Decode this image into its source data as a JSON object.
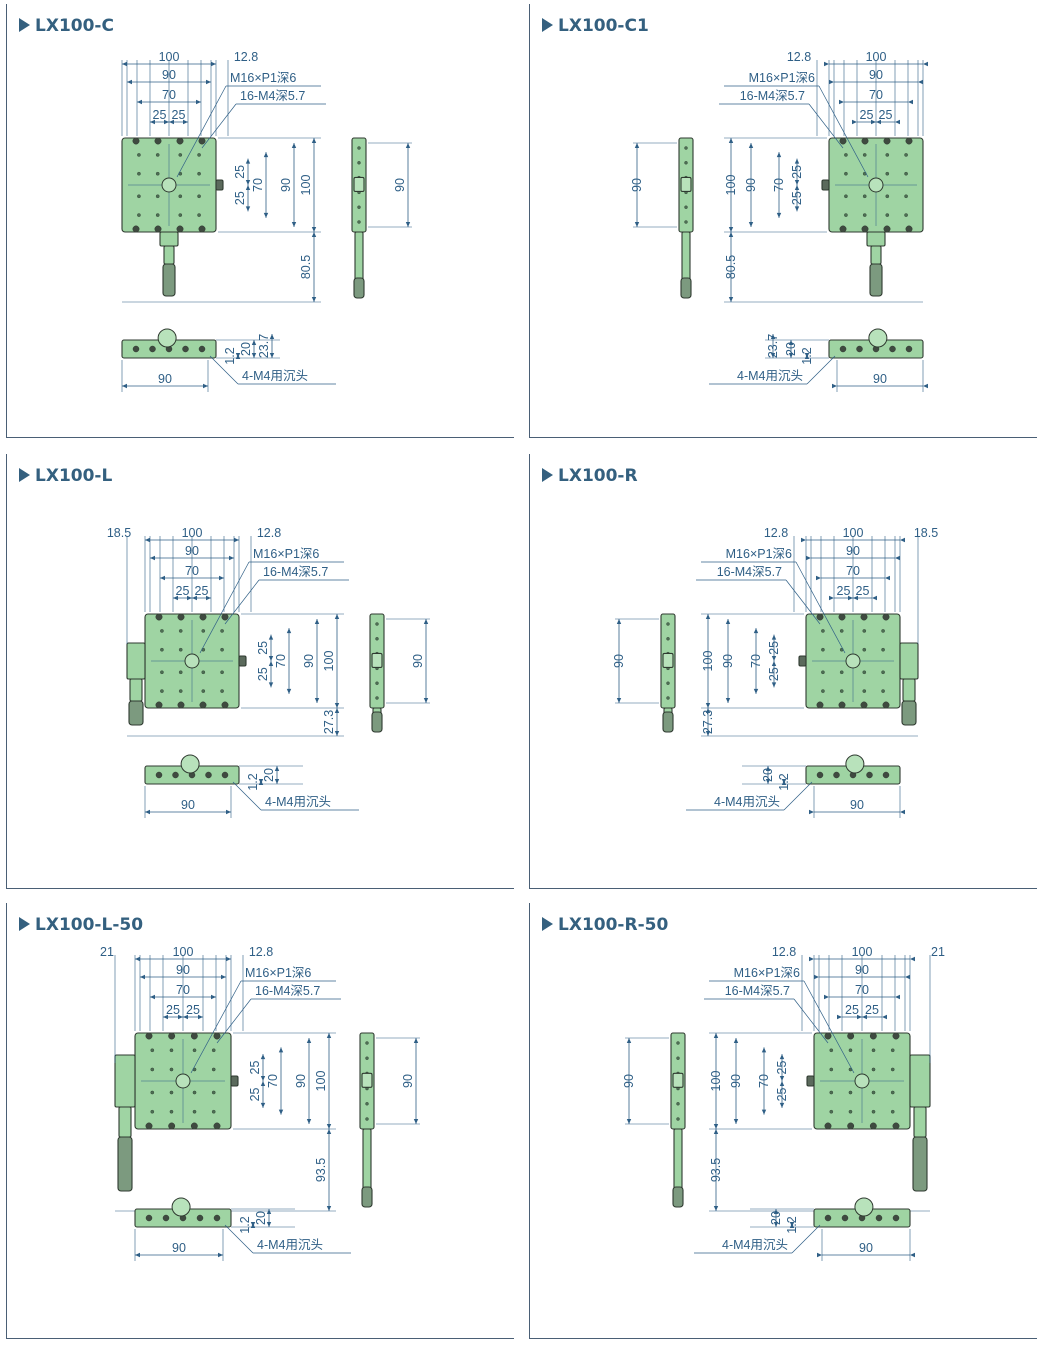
{
  "colors": {
    "frame": "#4a5f75",
    "title": "#34607f",
    "dimension": "#2f5f86",
    "stage_fill": "#9fd4a3",
    "stage_edge": "#2f3a30"
  },
  "panels": [
    {
      "title": "LX100-C",
      "variant": "C",
      "side": "right",
      "dims": {
        "w100": "100",
        "w90": "90",
        "w70": "70",
        "w25a": "25",
        "w25b": "25",
        "offset": "12.8",
        "thread": "M16×P1深6",
        "holes": "16-M4深5.7",
        "h25a": "25",
        "h25b": "25",
        "h70": "70",
        "h90": "90",
        "h100": "100",
        "ext": "80.5",
        "side90": "90",
        "f12": "1.2",
        "f20": "20",
        "f237": "23.7",
        "bot90": "90",
        "cb": "4-M4用沉头"
      }
    },
    {
      "title": "LX100-C1",
      "variant": "C",
      "side": "left",
      "dims": {
        "w100": "100",
        "w90": "90",
        "w70": "70",
        "w25a": "25",
        "w25b": "25",
        "offset": "12.8",
        "thread": "M16×P1深6",
        "holes": "16-M4深5.7",
        "h25a": "25",
        "h25b": "25",
        "h70": "70",
        "h90": "90",
        "h100": "100",
        "ext": "80.5",
        "side90": "90",
        "f12": "1.2",
        "f20": "20",
        "f237": "23.7",
        "bot90": "90",
        "cb": "4-M4用沉头"
      }
    },
    {
      "title": "LX100-L",
      "variant": "L",
      "side": "right",
      "dims": {
        "side_off": "18.5",
        "w100": "100",
        "w90": "90",
        "w70": "70",
        "w25a": "25",
        "w25b": "25",
        "offset": "12.8",
        "thread": "M16×P1深6",
        "holes": "16-M4深5.7",
        "h25a": "25",
        "h25b": "25",
        "h70": "70",
        "h90": "90",
        "h100": "100",
        "ext": "27.3",
        "side90": "90",
        "f12": "1.2",
        "f20": "20",
        "bot90": "90",
        "cb": "4-M4用沉头"
      }
    },
    {
      "title": "LX100-R",
      "variant": "L",
      "side": "left",
      "dims": {
        "side_off": "18.5",
        "w100": "100",
        "w90": "90",
        "w70": "70",
        "w25a": "25",
        "w25b": "25",
        "offset": "12.8",
        "thread": "M16×P1深6",
        "holes": "16-M4深5.7",
        "h25a": "25",
        "h25b": "25",
        "h70": "70",
        "h90": "90",
        "h100": "100",
        "ext": "27.3",
        "side90": "90",
        "f12": "1.2",
        "f20": "20",
        "bot90": "90",
        "cb": "4-M4用沉头"
      }
    },
    {
      "title": "LX100-L-50",
      "variant": "L50",
      "side": "right",
      "dims": {
        "side_off": "21",
        "w100": "100",
        "w90": "90",
        "w70": "70",
        "w25a": "25",
        "w25b": "25",
        "offset": "12.8",
        "thread": "M16×P1深6",
        "holes": "16-M4深5.7",
        "h25a": "25",
        "h25b": "25",
        "h70": "70",
        "h90": "90",
        "h100": "100",
        "ext": "93.5",
        "side90": "90",
        "f12": "1.2",
        "f20": "20",
        "bot90": "90",
        "cb": "4-M4用沉头"
      }
    },
    {
      "title": "LX100-R-50",
      "variant": "L50",
      "side": "left",
      "dims": {
        "side_off": "21",
        "w100": "100",
        "w90": "90",
        "w70": "70",
        "w25a": "25",
        "w25b": "25",
        "offset": "12.8",
        "thread": "M16×P1深6",
        "holes": "16-M4深5.7",
        "h25a": "25",
        "h25b": "25",
        "h70": "70",
        "h90": "90",
        "h100": "100",
        "ext": "93.5",
        "side90": "90",
        "f12": "1.2",
        "f20": "20",
        "bot90": "90",
        "cb": "4-M4用沉头"
      }
    }
  ]
}
